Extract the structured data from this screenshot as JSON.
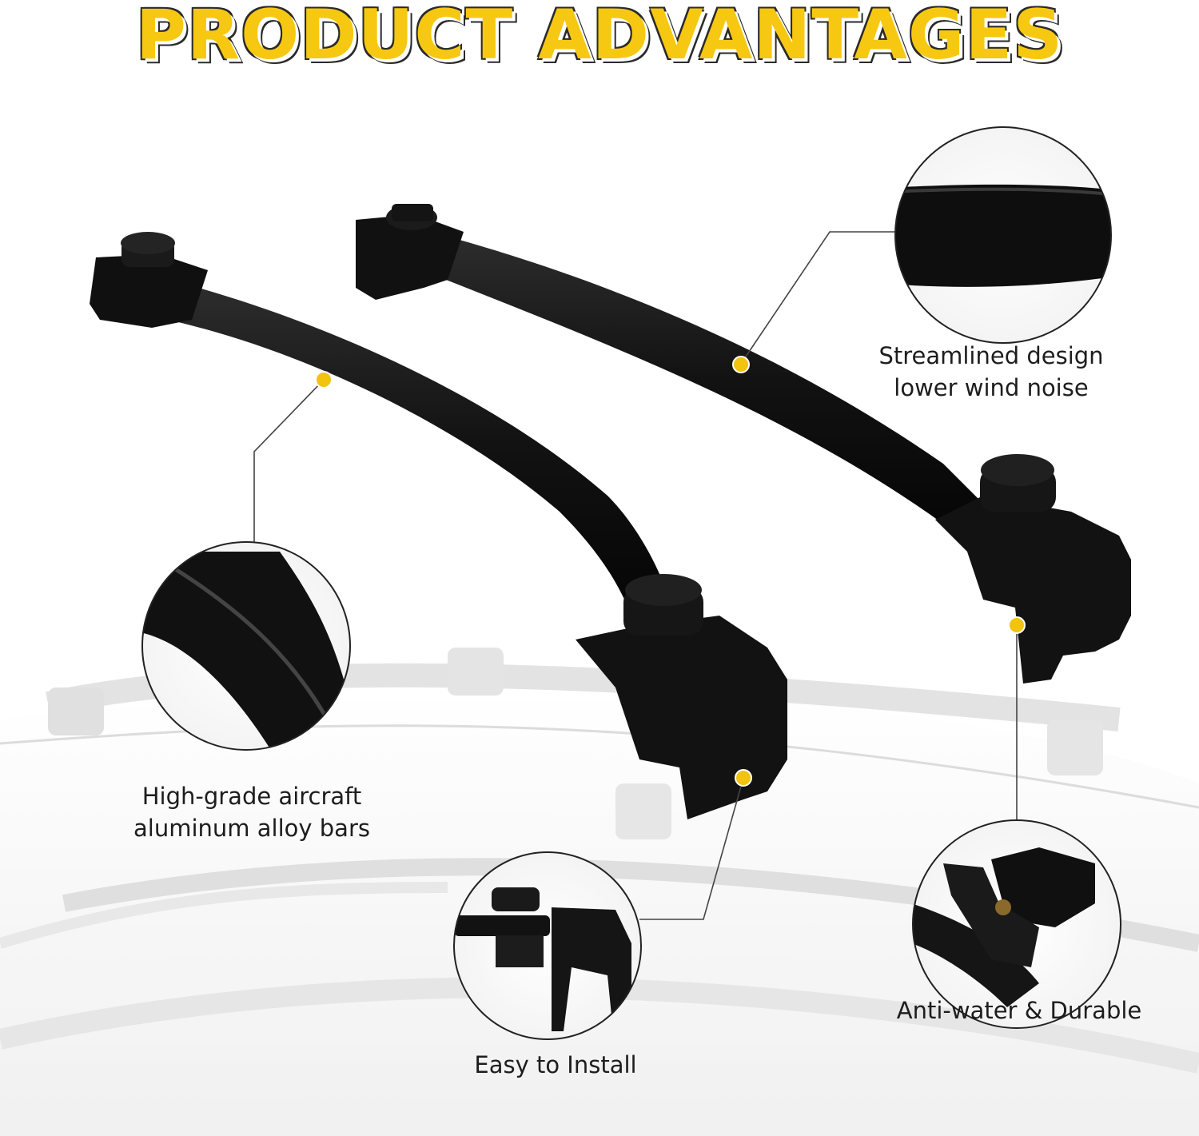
{
  "banner": {
    "title": "PRODUCT ADVANTAGES",
    "title_color": "#f7c812"
  },
  "features": [
    {
      "line1": "Streamlined design",
      "line2": "lower wind noise",
      "icon": "crossbar-surface-closeup-icon"
    },
    {
      "line1": "High-grade aircraft",
      "line2": "aluminum alloy bars",
      "icon": "bar-profile-closeup-icon"
    },
    {
      "line1": "Easy to Install",
      "line2": "",
      "icon": "tower-clamp-closeup-icon"
    },
    {
      "line1": "Anti-water & Durable",
      "line2": "",
      "icon": "mount-bracket-closeup-icon"
    }
  ],
  "accent_color": "#f2c30f"
}
